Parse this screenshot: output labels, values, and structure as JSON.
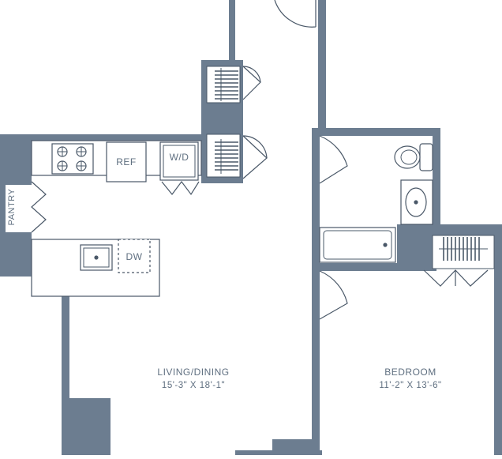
{
  "rooms": {
    "living": {
      "name": "LIVING/DINING",
      "dims": "15'-3\" X 18'-1\""
    },
    "bedroom": {
      "name": "BEDROOM",
      "dims": "11'-2\" X 13'-6\""
    }
  },
  "fixtures": {
    "refrigerator": "REF",
    "washer_dryer": "W/D",
    "dishwasher": "DW",
    "pantry": "PANTRY"
  },
  "colors": {
    "wall": "#6c7d90",
    "line": "#4a5868",
    "label": "#5f6f80",
    "floor": "#ffffff"
  }
}
